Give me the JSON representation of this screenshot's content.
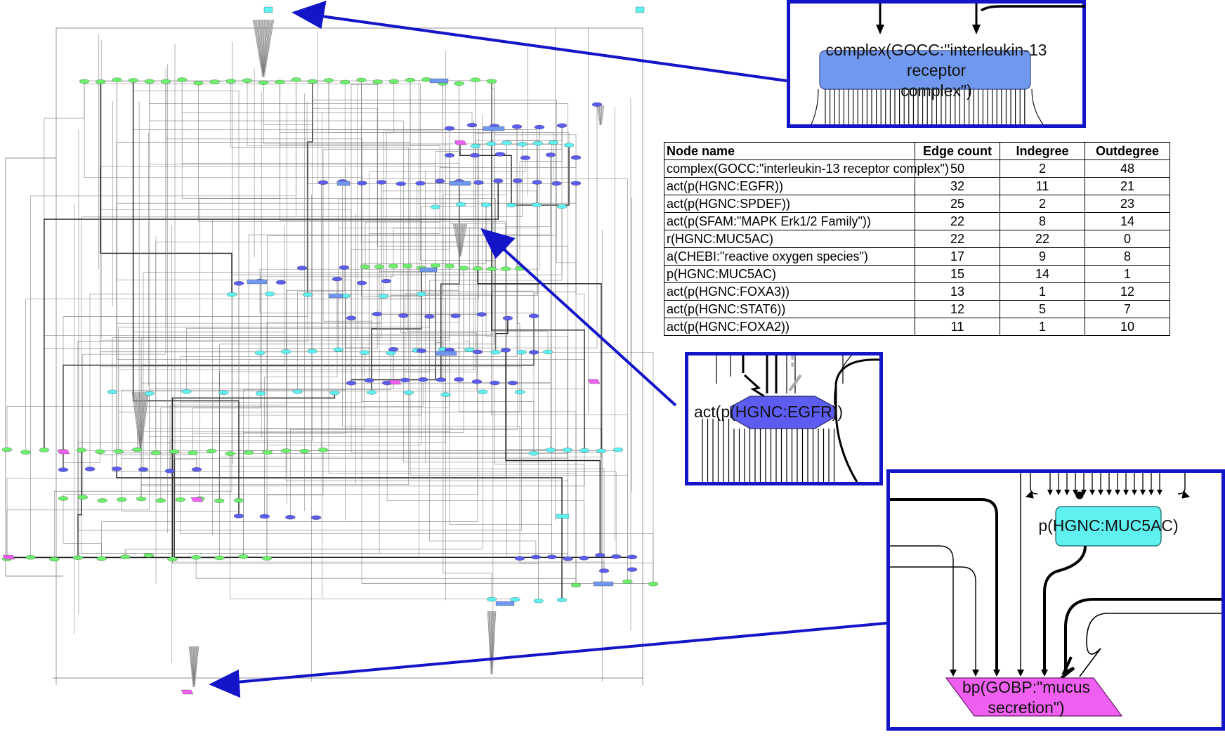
{
  "insets": {
    "complex": {
      "label_lines": [
        "complex(GOCC:\"interleukin-13",
        "receptor",
        "complex\")"
      ],
      "fill": "#6f98ee"
    },
    "egfr": {
      "label": "act(p(HGNC:EGFR))",
      "fill": "#5c5cf0"
    },
    "muc5ac": {
      "label": "p(HGNC:MUC5AC)",
      "fill": "#5ff0f0"
    },
    "mucus": {
      "label_lines": [
        "bp(GOBP:\"mucus",
        "secretion\")"
      ],
      "fill": "#f060f0"
    }
  },
  "table": {
    "headers": [
      "Node name",
      "Edge count",
      "Indegree",
      "Outdegree"
    ],
    "rows": [
      {
        "name": "complex(GOCC:\"interleukin-13 receptor complex\")",
        "edges": "50",
        "in": "2",
        "out": "48"
      },
      {
        "name": "act(p(HGNC:EGFR))",
        "edges": "32",
        "in": "11",
        "out": "21"
      },
      {
        "name": "act(p(HGNC:SPDEF))",
        "edges": "25",
        "in": "2",
        "out": "23"
      },
      {
        "name": "act(p(SFAM:\"MAPK Erk1/2 Family\"))",
        "edges": "22",
        "in": "8",
        "out": "14"
      },
      {
        "name": "r(HGNC:MUC5AC)",
        "edges": "22",
        "in": "22",
        "out": "0"
      },
      {
        "name": "a(CHEBI:\"reactive oxygen species\")",
        "edges": "17",
        "in": "9",
        "out": "8"
      },
      {
        "name": "p(HGNC:MUC5AC)",
        "edges": "15",
        "in": "14",
        "out": "1"
      },
      {
        "name": "act(p(HGNC:FOXA3))",
        "edges": "13",
        "in": "1",
        "out": "12"
      },
      {
        "name": "act(p(HGNC:STAT6))",
        "edges": "12",
        "in": "5",
        "out": "7"
      },
      {
        "name": "act(p(HGNC:FOXA2))",
        "edges": "11",
        "in": "1",
        "out": "10"
      }
    ]
  },
  "colors": {
    "arrow": "#1414c8",
    "green_node": "#6cf06c",
    "cyan_node": "#5ff0f0",
    "blue_node": "#5c5cf0",
    "magenta_node": "#f060f0",
    "complex_node": "#6f98ee"
  }
}
